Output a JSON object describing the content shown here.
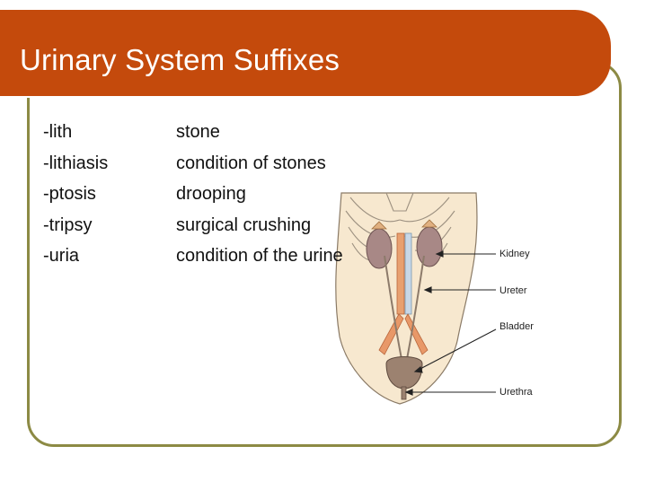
{
  "slide": {
    "title": "Urinary System Suffixes",
    "colors": {
      "title_bar": "#c44a0c",
      "frame_border": "#8c8a44"
    }
  },
  "suffixes": [
    {
      "suffix": "-lith",
      "meaning": "stone"
    },
    {
      "suffix": "-lithiasis",
      "meaning": "condition of stones"
    },
    {
      "suffix": "-ptosis",
      "meaning": "drooping"
    },
    {
      "suffix": "-tripsy",
      "meaning": "surgical crushing"
    },
    {
      "suffix": "-uria",
      "meaning": "condition of the urine"
    }
  ],
  "diagram": {
    "labels": {
      "kidney": "Kidney",
      "ureter": "Ureter",
      "bladder": "Bladder",
      "urethra": "Urethra"
    }
  }
}
